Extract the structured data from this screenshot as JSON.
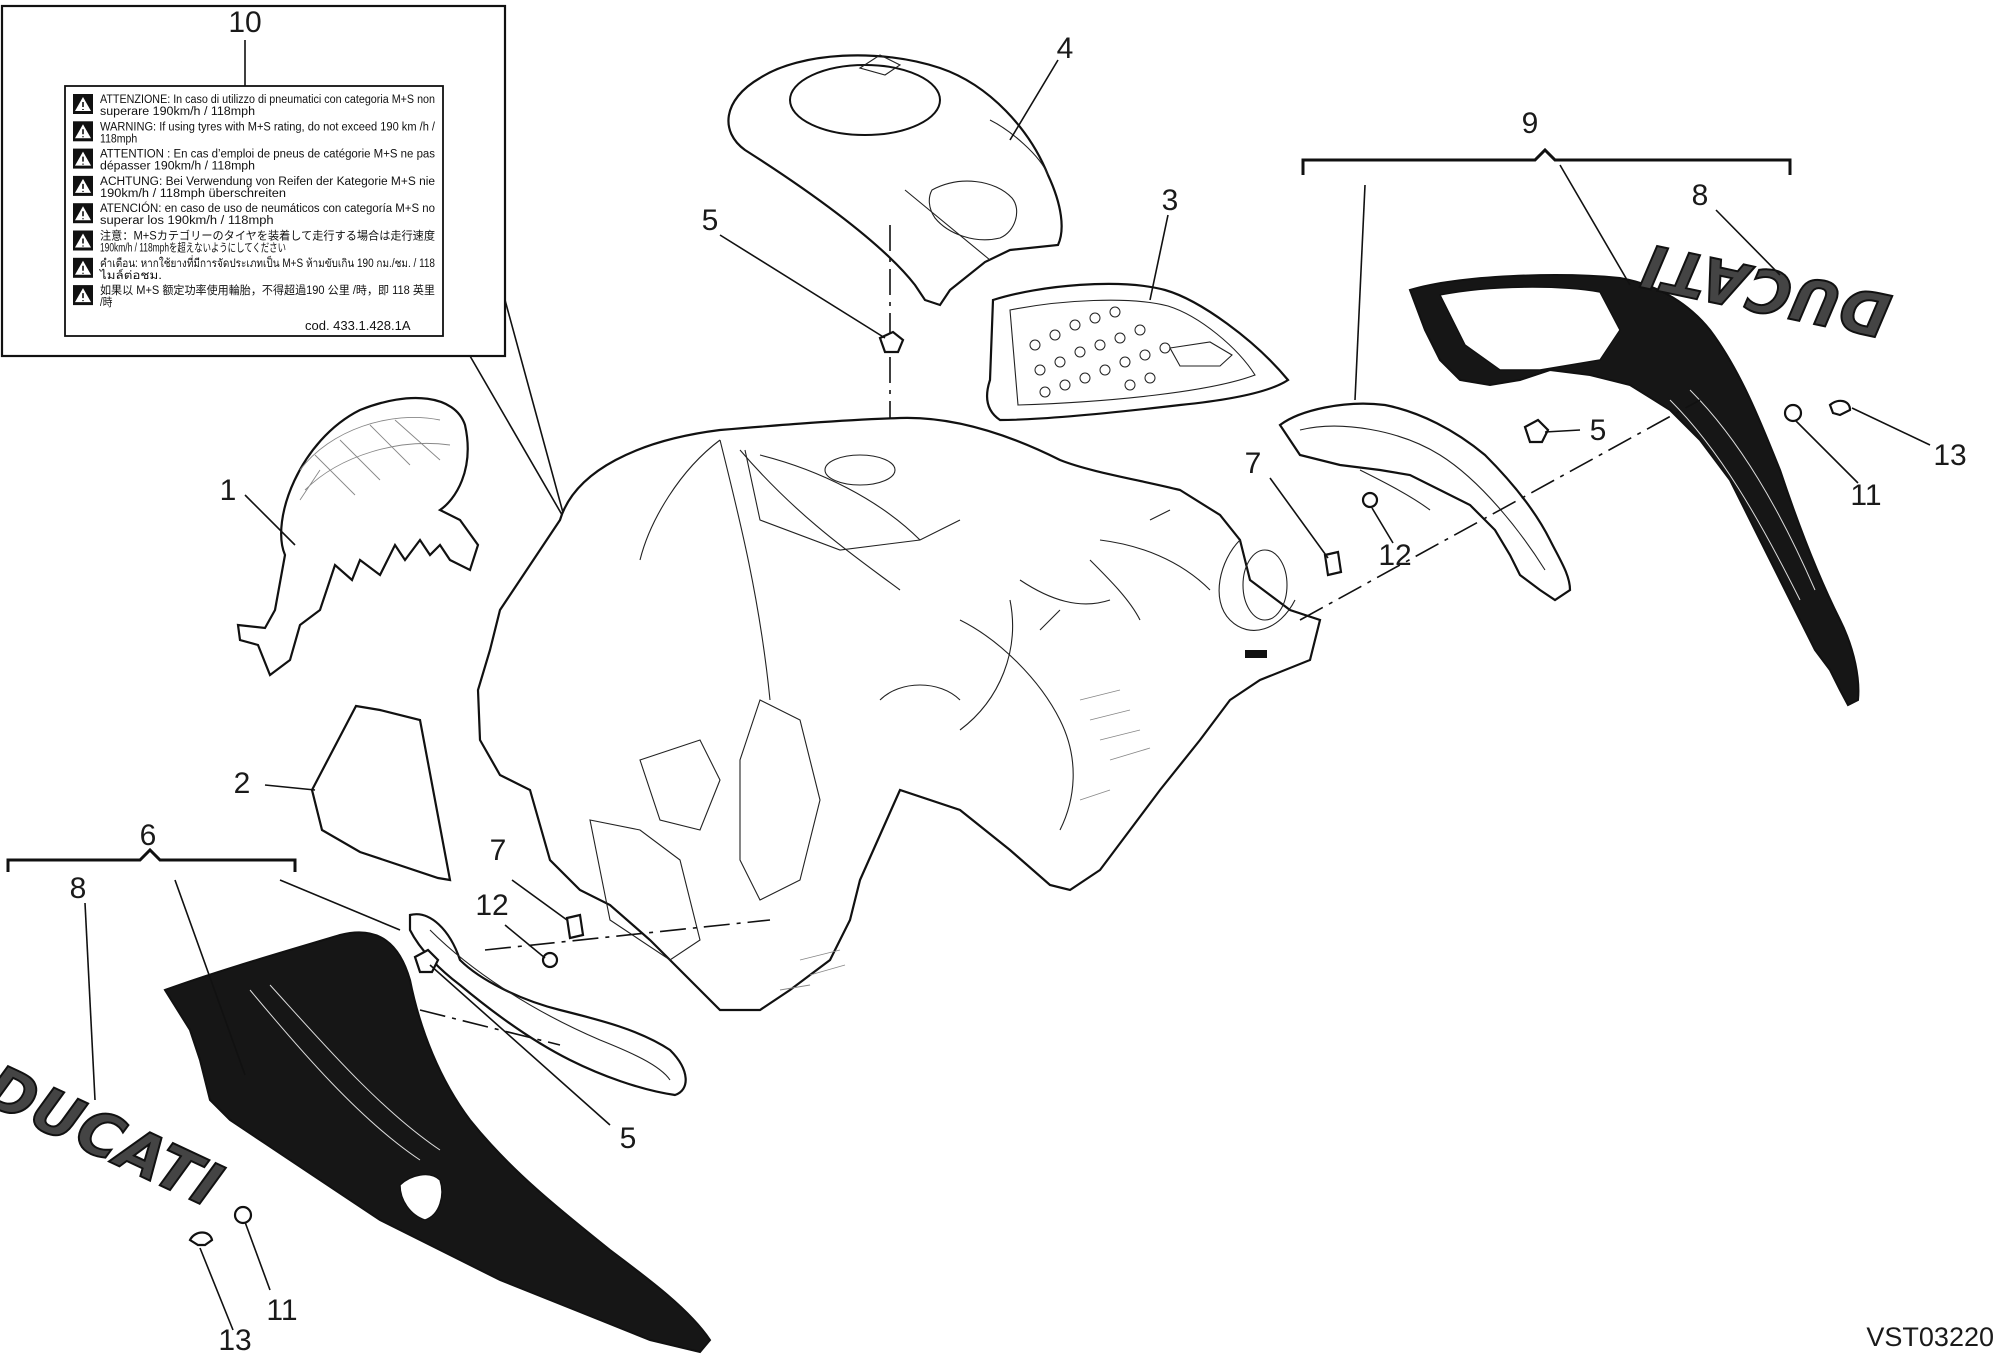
{
  "figure_code": "VST03220",
  "callouts": [
    {
      "id": "c10",
      "text": "10"
    },
    {
      "id": "c4",
      "text": "4"
    },
    {
      "id": "c5a",
      "text": "5"
    },
    {
      "id": "c3",
      "text": "3"
    },
    {
      "id": "c9",
      "text": "9"
    },
    {
      "id": "c8a",
      "text": "8"
    },
    {
      "id": "c1",
      "text": "1"
    },
    {
      "id": "c2",
      "text": "2"
    },
    {
      "id": "c6",
      "text": "6"
    },
    {
      "id": "c8b",
      "text": "8"
    },
    {
      "id": "c7a",
      "text": "7"
    },
    {
      "id": "c12a",
      "text": "12"
    },
    {
      "id": "c5b",
      "text": "5"
    },
    {
      "id": "c11b",
      "text": "11"
    },
    {
      "id": "c13b",
      "text": "13"
    },
    {
      "id": "c7b",
      "text": "7"
    },
    {
      "id": "c12b",
      "text": "12"
    },
    {
      "id": "c5c",
      "text": "5"
    },
    {
      "id": "c11a",
      "text": "11"
    },
    {
      "id": "c13a",
      "text": "13"
    }
  ],
  "warning_label": {
    "lines": [
      [
        "ATTENZIONE: In caso di utilizzo di pneumatici con categoria M+S non",
        "superare 190km/h / 118mph"
      ],
      [
        "WARNING: If using tyres with M+S rating, do not exceed 190 km /h /",
        "118mph"
      ],
      [
        "ATTENTION : En cas d’emploi de pneus de catégorie M+S ne pas",
        "dépasser 190km/h / 118mph"
      ],
      [
        "ACHTUNG: Bei Verwendung von Reifen der Kategorie M+S nie",
        "190km/h / 118mph überschreiten"
      ],
      [
        "ATENCIÓN: en caso de uso de neumáticos con categoría M+S no",
        "superar los 190km/h / 118mph"
      ],
      [
        "注意：M+Sカテゴリーのタイヤを装着して走行する場合は走行速度",
        "190km/h / 118mphを超えないようにしてください"
      ],
      [
        "คำเตือน: หากใช้ยางที่มีการจัดประเภทเป็น M+S ห้ามขับเกิน 190 กม./ชม. / 118",
        "ไมล์ต่อชม."
      ],
      [
        "如果以 M+S 额定功率使用輪胎，不得超過190 公里 /時，即 118 英里",
        "/時"
      ]
    ],
    "code": "cod. 433.1.428.1A"
  },
  "logos": {
    "logo_right": "DUCATI",
    "logo_left": "DUCATI"
  }
}
